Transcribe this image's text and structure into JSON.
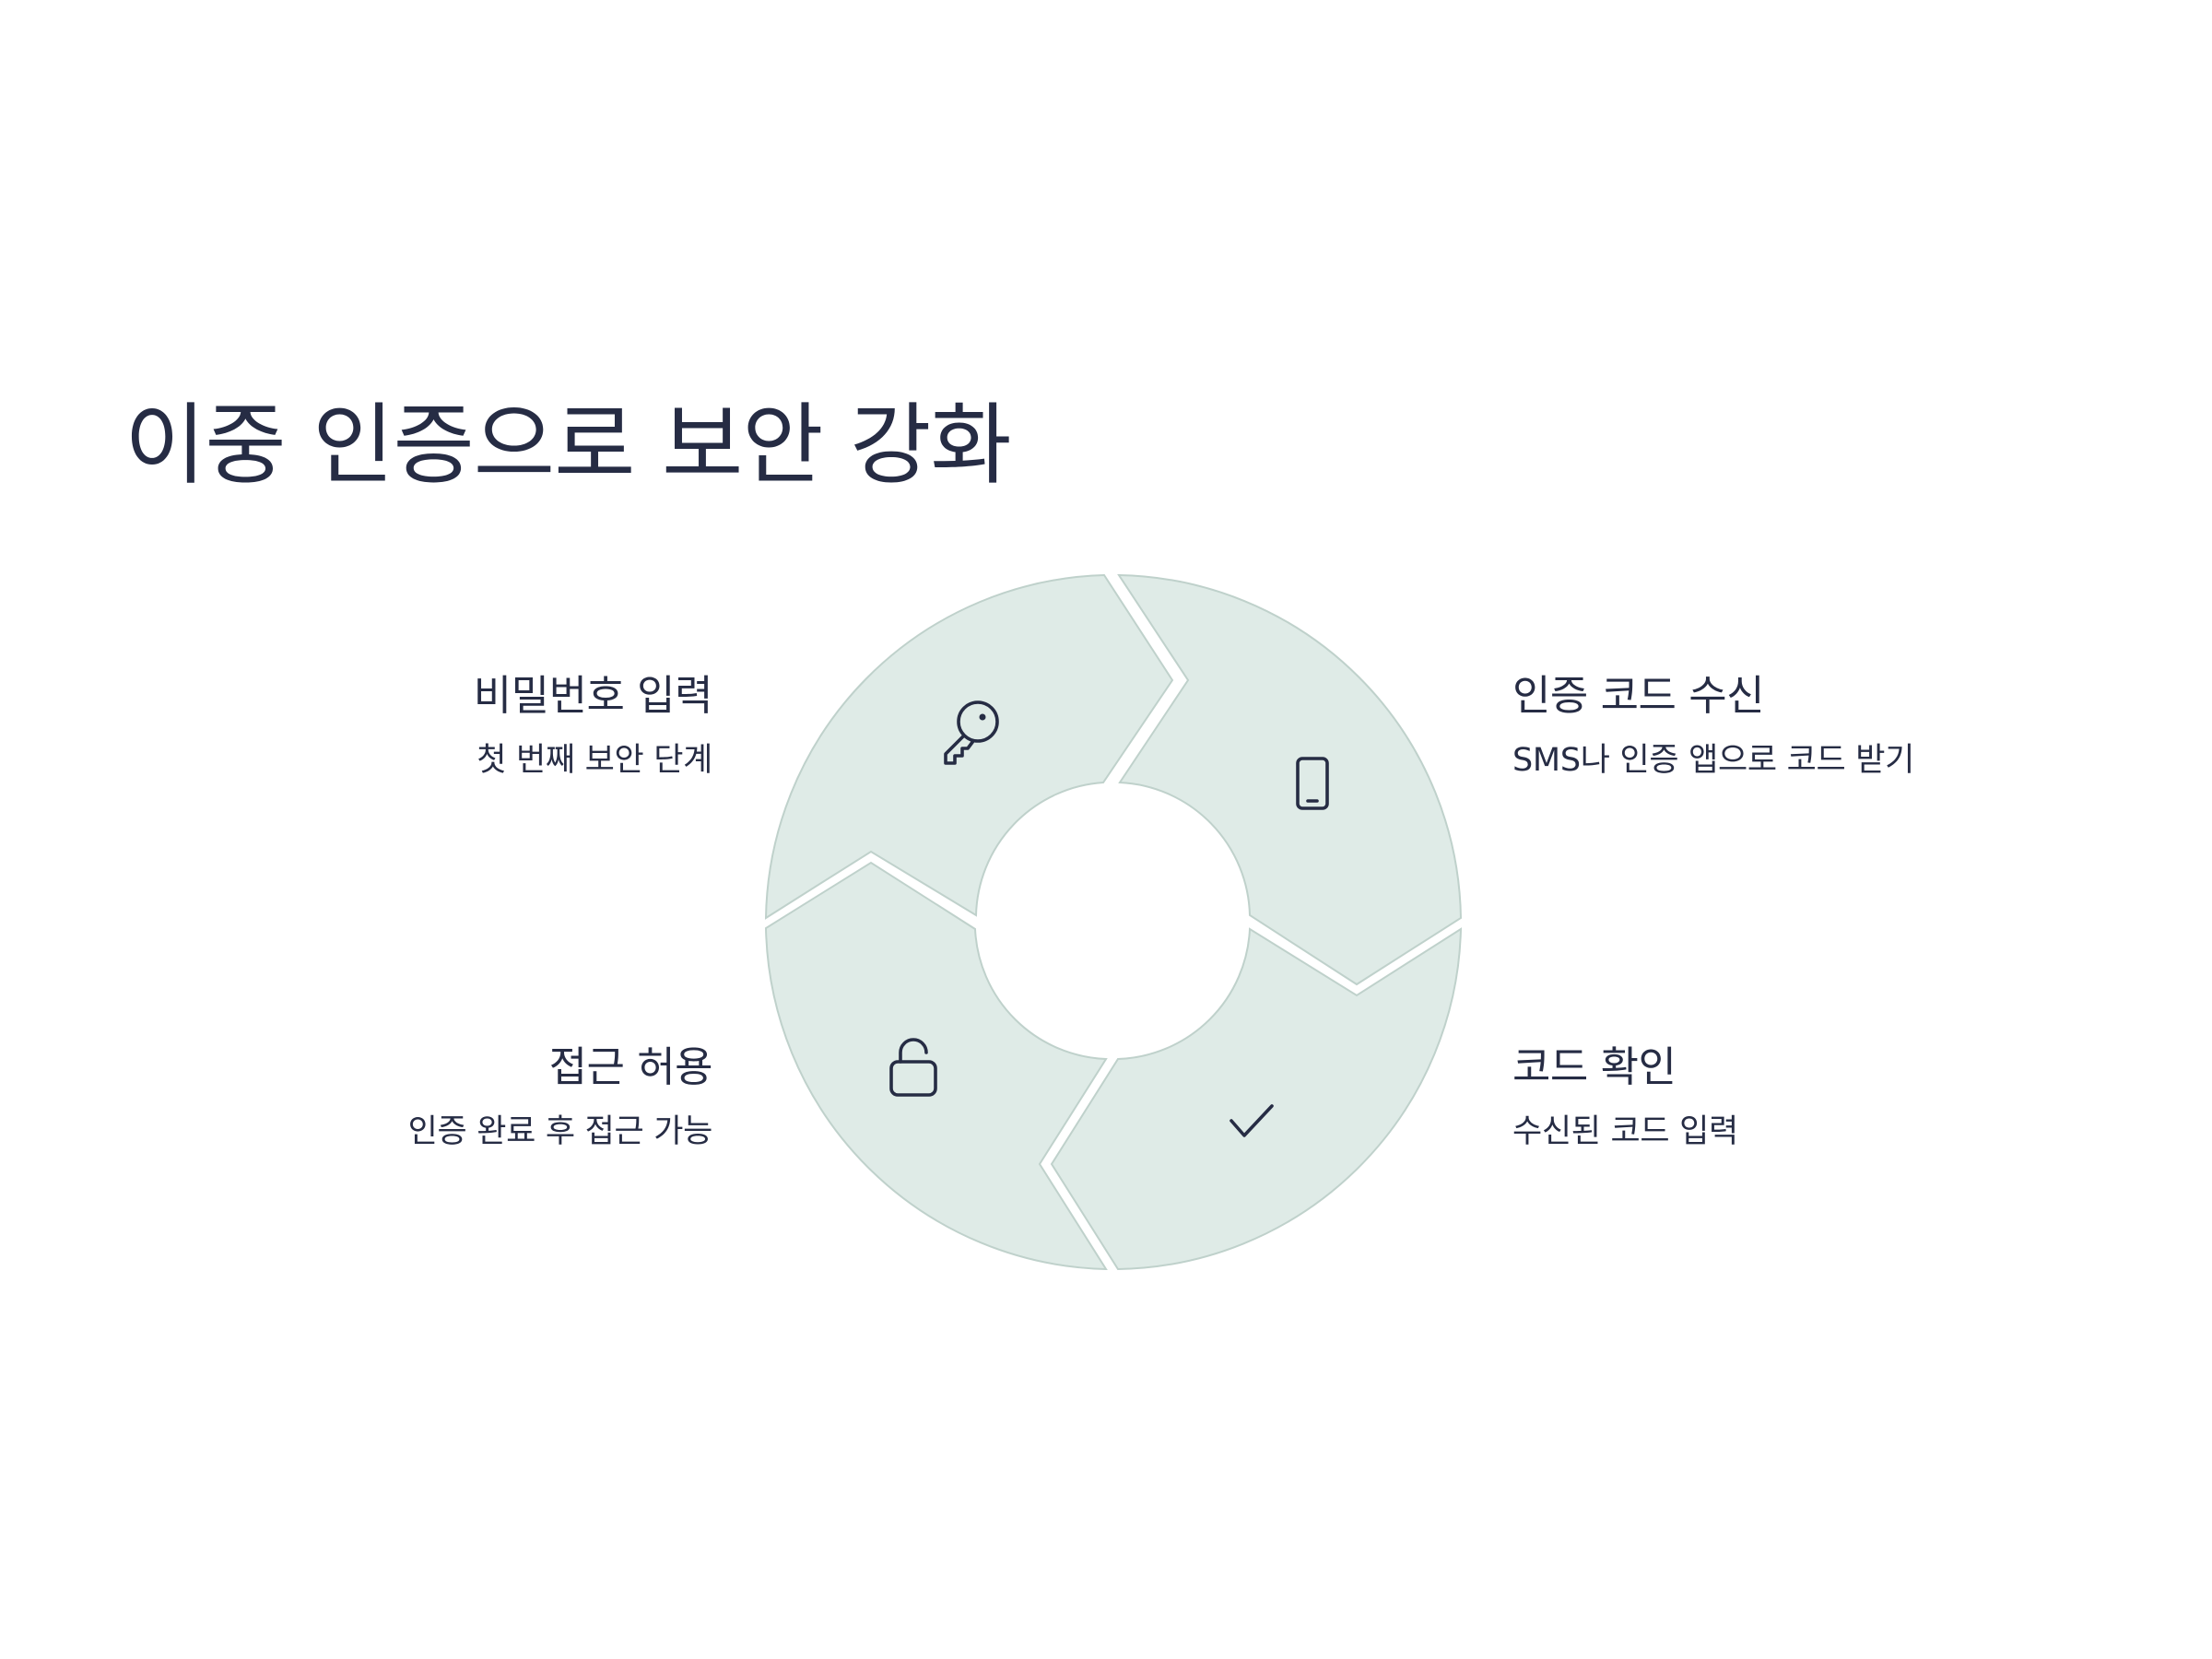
{
  "title": "이중 인증으로 보안 강화",
  "colors": {
    "segment_fill": "#dfebe7",
    "segment_stroke": "#bfd1cb",
    "text": "#262c44",
    "background": "#ffffff"
  },
  "steps": [
    {
      "title": "비밀번호 입력",
      "description": "첫 번째 보안 단계",
      "icon": "key-icon"
    },
    {
      "title": "인증 코드 수신",
      "description": "SMS나 인증 앱으로 코드 받기",
      "icon": "mobile-phone-icon"
    },
    {
      "title": "코드 확인",
      "description": "수신된 코드 입력",
      "icon": "checkmark-icon"
    },
    {
      "title": "접근 허용",
      "description": "인증 완료 후 접근 가능",
      "icon": "unlock-icon"
    }
  ]
}
